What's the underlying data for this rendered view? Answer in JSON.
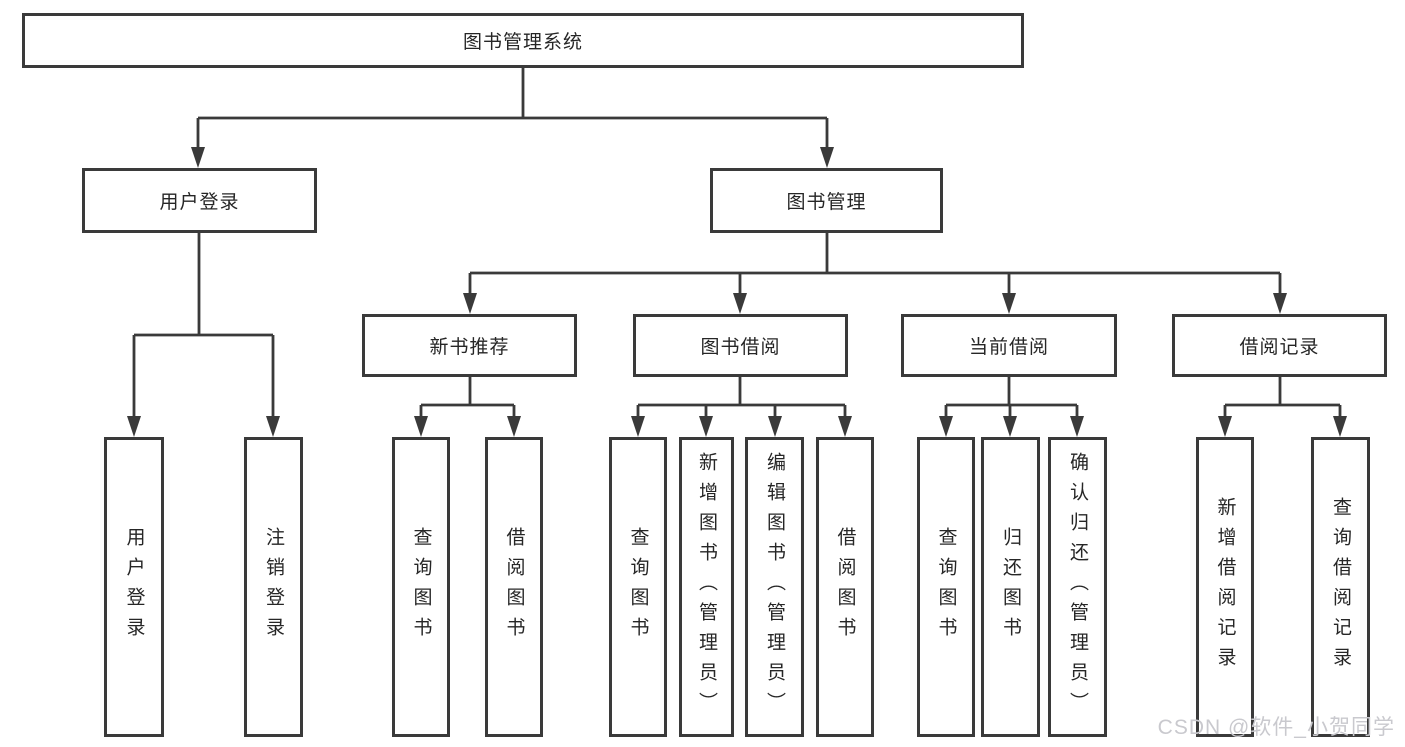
{
  "diagram": {
    "root": {
      "label": "图书管理系统"
    },
    "level2": [
      {
        "label": "用户登录"
      },
      {
        "label": "图书管理"
      }
    ],
    "level3": [
      {
        "label": "新书推荐"
      },
      {
        "label": "图书借阅"
      },
      {
        "label": "当前借阅"
      },
      {
        "label": "借阅记录"
      }
    ],
    "leaves": [
      {
        "label": "用户登录"
      },
      {
        "label": "注销登录"
      },
      {
        "label": "查询图书"
      },
      {
        "label": "借阅图书"
      },
      {
        "label": "查询图书"
      },
      {
        "label": "新增图书（管理员）"
      },
      {
        "label": "编辑图书（管理员）"
      },
      {
        "label": "借阅图书"
      },
      {
        "label": "查询图书"
      },
      {
        "label": "归还图书"
      },
      {
        "label": "确认归还（管理员）"
      },
      {
        "label": "新增借阅记录"
      },
      {
        "label": "查询借阅记录"
      }
    ]
  },
  "watermark": {
    "text": "CSDN @软件_小贺同学"
  },
  "colors": {
    "line": "#3a3a3a",
    "box_border": "#3a3a3a",
    "box_fill": "#ffffff",
    "text": "#262626",
    "watermark": "#c9c9ce"
  }
}
